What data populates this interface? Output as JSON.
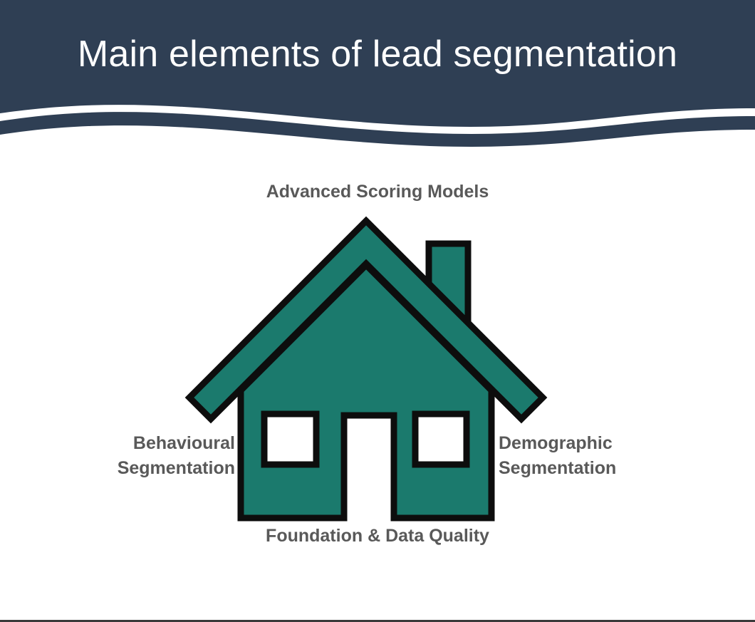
{
  "slide": {
    "title": "Main elements of lead segmentation",
    "background_color": "#ffffff",
    "header_color": "#2f3f54",
    "accent_color": "#1b7a6d",
    "label_color": "#595959",
    "outline_color": "#0d0d0d"
  },
  "diagram": {
    "type": "house-metaphor",
    "labels": {
      "top": "Advanced Scoring Models",
      "left_line1": "Behavioural",
      "left_line2": "Segmentation",
      "right_line1": "Demographic",
      "right_line2": "Segmentation",
      "bottom": "Foundation & Data Quality"
    },
    "parts": {
      "roof": "roof-chevron",
      "chimney": "chimney",
      "body": "house-body",
      "window_left": "window-left",
      "window_right": "window-right",
      "door": "door"
    }
  }
}
